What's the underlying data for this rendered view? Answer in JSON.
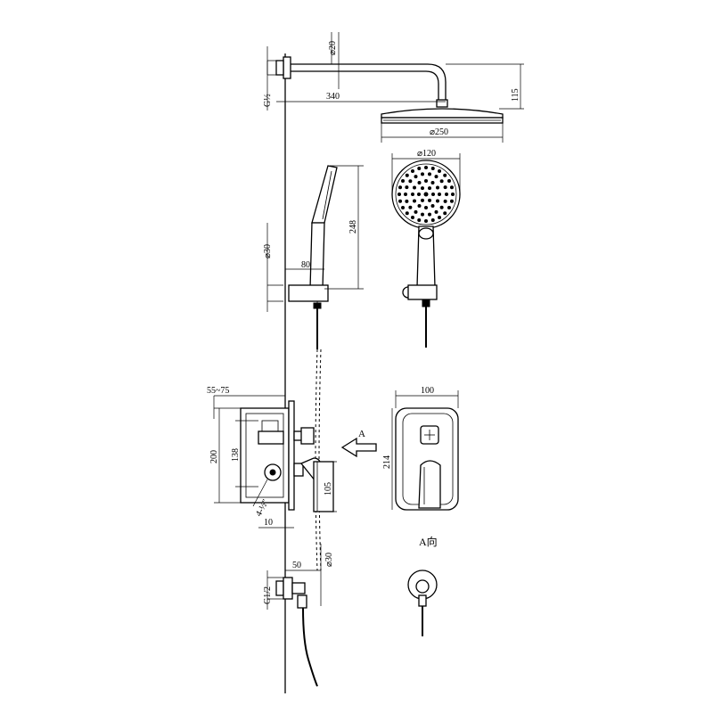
{
  "dimensions": {
    "arm_dia": "⌀20",
    "thread_top": "G½",
    "arm_length": "340",
    "head_drop": "115",
    "head_dia": "⌀250",
    "hand_dia": "⌀120",
    "hand_length": "248",
    "bracket_dia": "⌀30",
    "bracket_depth": "80",
    "wall_depth": "55~75",
    "valve_width": "100",
    "valve_height": "200",
    "valve_inner": "138",
    "screw_spec": "4-½\"",
    "offset_10": "10",
    "handle_105": "105",
    "face_214": "214",
    "outlet_depth": "50",
    "outlet_dia": "⌀30",
    "thread_bottom": "G1/2"
  },
  "view_arrow_label": "A",
  "view_caption": "A向"
}
